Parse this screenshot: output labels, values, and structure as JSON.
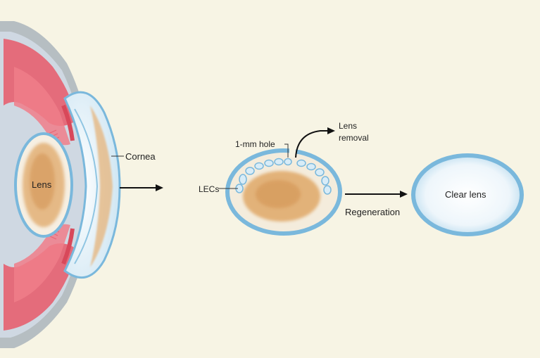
{
  "labels": {
    "lens": "Lens",
    "cornea": "Cornea",
    "hole": "1-mm hole",
    "lecs": "LECs",
    "removal_line1": "Lens",
    "removal_line2": "removal",
    "regeneration": "Regeneration",
    "clear_lens": "Clear lens"
  },
  "colors": {
    "background": "#f7f4e4",
    "lens_capsule": "#7ab8dc",
    "cataract": "#e0a868",
    "iris_tissue": "#e66070",
    "sclera": "#9aa6b4"
  }
}
